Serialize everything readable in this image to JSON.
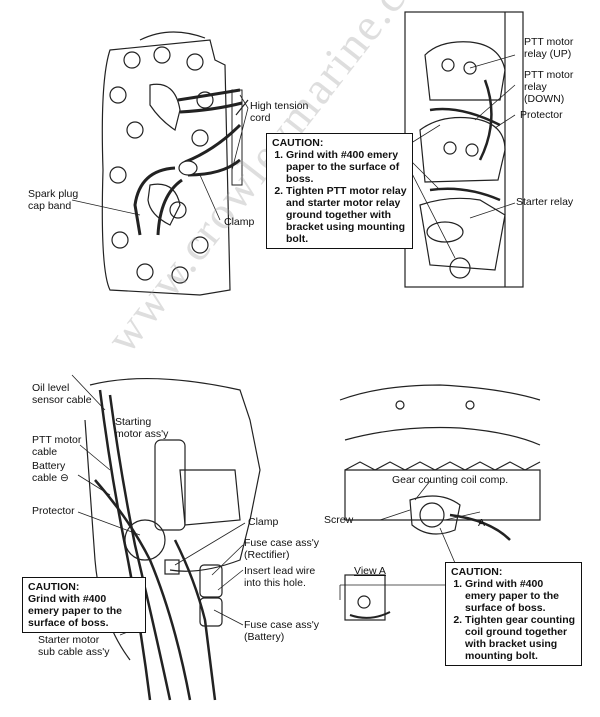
{
  "panel_top_left": {
    "high_tension_cord": "High tension\ncord",
    "spark_plug_cap_band": "Spark plug\ncap band",
    "clamp": "Clamp"
  },
  "caution_top": {
    "title": "CAUTION:",
    "items": [
      "Grind with #400 emery paper to the surface of boss.",
      "Tighten PTT motor relay and starter motor relay ground together with bracket using mounting bolt."
    ]
  },
  "panel_top_right": {
    "ptt_up": "PTT motor\nrelay (UP)",
    "ptt_down": "PTT motor\nrelay\n(DOWN)",
    "protector": "Protector",
    "starter_relay": "Starter relay"
  },
  "panel_bottom_left": {
    "oil_level": "Oil level\nsensor cable",
    "starting_motor": "Starting\nmotor ass'y",
    "ptt_cable": "PTT motor\ncable",
    "battery_cable": "Battery\ncable ⊖",
    "protector": "Protector",
    "clamp": "Clamp",
    "fuse_rectifier": "Fuse case ass'y\n(Rectifier)",
    "insert_lead": "Insert lead wire\ninto this hole.",
    "fuse_battery": "Fuse case ass'y\n(Battery)",
    "starter_sub": "Starter motor\nsub cable ass'y"
  },
  "caution_bottom_left": {
    "title": "CAUTION:",
    "text": "Grind with #400 emery paper to the surface of boss."
  },
  "panel_bottom_right": {
    "gear_coil": "Gear counting coil comp.",
    "screw": "Screw",
    "marker_a": "A",
    "view_a": "View A"
  },
  "caution_bottom_right": {
    "title": "CAUTION:",
    "items": [
      "Grind with #400 emery paper to the surface of boss.",
      "Tighten gear counting coil ground together with bracket using mounting bolt."
    ]
  },
  "watermark": "www.crowleymarine.com"
}
